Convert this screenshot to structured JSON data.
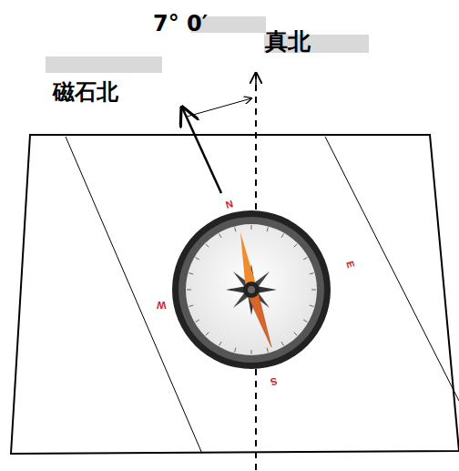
{
  "diagram": {
    "labels": [
      "7° 0′",
      "真北",
      "磁石北",
      "N",
      "E",
      "S",
      "W"
    ]
  }
}
